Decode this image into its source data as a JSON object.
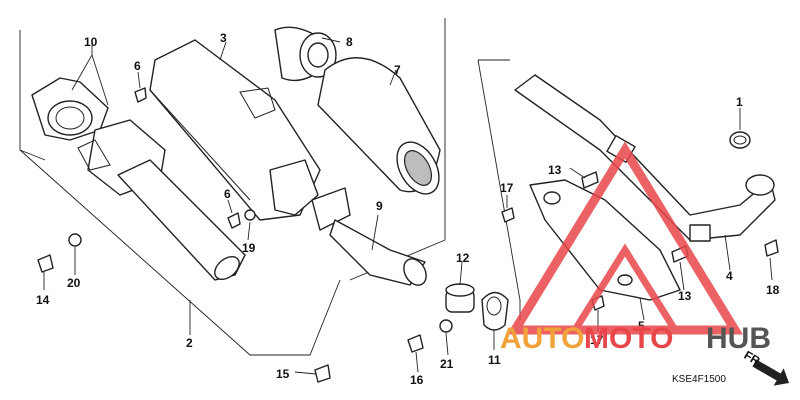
{
  "callouts": {
    "c1": "1",
    "c2": "2",
    "c3": "3",
    "c4": "4",
    "c5": "5",
    "c6a": "6",
    "c6b": "6",
    "c7": "7",
    "c8": "8",
    "c9": "9",
    "c10": "10",
    "c11": "11",
    "c12": "12",
    "c13a": "13",
    "c13b": "13",
    "c14": "14",
    "c15": "15",
    "c16": "16",
    "c17a": "17",
    "c17b": "17",
    "c18": "18",
    "c19": "19",
    "c20": "20",
    "c21": "21"
  },
  "diagram_code": "KSE4F1500",
  "direction_label": "FR.",
  "watermark": {
    "text_a": "AUTO",
    "text_b": "MOTO",
    "text_c": "HUB",
    "color_orange": "#f2a23a",
    "color_red": "#e8464a",
    "color_gray": "#555555"
  }
}
